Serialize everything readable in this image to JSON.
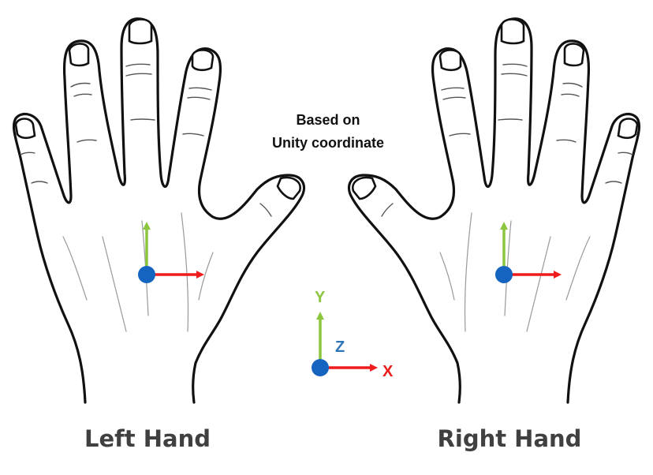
{
  "header": {
    "line1": "Based on",
    "line2": "Unity coordinate"
  },
  "left_hand": {
    "label": "Left Hand"
  },
  "right_hand": {
    "label": "Right Hand"
  },
  "legend": {
    "y_label": "Y",
    "z_label": "Z",
    "x_label": "X"
  },
  "colors": {
    "x_axis": "#ee1c1c",
    "y_axis": "#8cc63f",
    "z_axis": "#2e75b6",
    "origin": "#1565c0",
    "hand_label": "#404040"
  }
}
